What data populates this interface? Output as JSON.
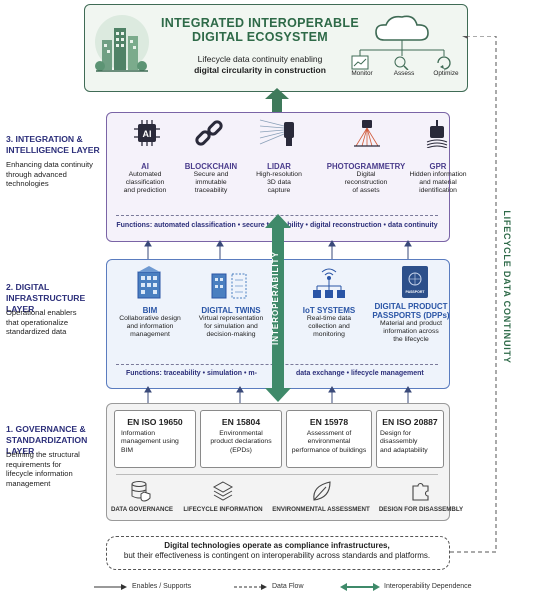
{
  "top": {
    "title_line1": "INTEGRATED INTEROPERABLE",
    "title_line2": "DIGITAL ECOSYSTEM",
    "subtitle_line1": "Lifecycle data continuity enabling",
    "subtitle_line2": "digital circularity in construction",
    "actions": [
      {
        "label": "Monitor",
        "icon": "monitor-icon"
      },
      {
        "label": "Assess",
        "icon": "assess-icon"
      },
      {
        "label": "Optimize",
        "icon": "optimize-icon"
      }
    ]
  },
  "layer3": {
    "label_line1": "3. INTEGRATION &",
    "label_line2": "INTELLIGENCE LAYER",
    "desc_line1": "Enhancing data continuity",
    "desc_line2": "through advanced",
    "desc_line3": "technologies",
    "techs": [
      {
        "name": "AI",
        "d1": "Automated",
        "d2": "classification",
        "d3": "and prediction",
        "icon": "ai-chip-icon"
      },
      {
        "name": "BLOCKCHAIN",
        "d1": "Secure and",
        "d2": "immutable",
        "d3": "traceability",
        "icon": "chain-icon"
      },
      {
        "name": "LIDAR",
        "d1": "High-resolution",
        "d2": "3D data",
        "d3": "capture",
        "icon": "lidar-scanner-icon"
      },
      {
        "name": "PHOTOGRAMMETRY",
        "d1": "Digital",
        "d2": "reconstruction",
        "d3": "of assets",
        "icon": "photogrammetry-icon"
      },
      {
        "name": "GPR",
        "d1": "Hidden information",
        "d2": "and material",
        "d3": "identification",
        "icon": "gpr-icon"
      }
    ],
    "functions": "Functions: automated classification • secure traceability • digital reconstruction • data continuity"
  },
  "layer2": {
    "label_line1": "2. DIGITAL",
    "label_line2": "INFRASTRUCTURE LAYER",
    "desc_line1": "Operational enablers",
    "desc_line2": "that operationalize",
    "desc_line3": "standardized data",
    "techs": [
      {
        "name": "BIM",
        "d1": "Collaborative design",
        "d2": "and information",
        "d3": "management",
        "icon": "bim-building-icon"
      },
      {
        "name": "DIGITAL TWINS",
        "d1": "Virtual representation",
        "d2": "for simulation and",
        "d3": "decision-making",
        "icon": "digital-twin-icon"
      },
      {
        "name": "IoT SYSTEMS",
        "d1": "Real-time data",
        "d2": "collection and",
        "d3": "monitoring",
        "icon": "iot-network-icon"
      }
    ],
    "dpp_name1": "DIGITAL PRODUCT",
    "dpp_name2": "PASSPORTS (DPPs)",
    "dpp_d1": "Material and product",
    "dpp_d2": "information across",
    "dpp_d3": "the lifecycle",
    "dpp_badge": "PASSPORT",
    "functions_left": "Functions: traceability • simulation • m-",
    "functions_right": "data exchange • lifecycle management"
  },
  "layer1": {
    "label_line1": "1. GOVERNANCE &",
    "label_line2": "STANDARDIZATION LAYER",
    "desc_line1": "Defining the structural",
    "desc_line2": "requirements for",
    "desc_line3": "lifecycle information",
    "desc_line4": "management",
    "standards": [
      {
        "title": "EN ISO 19650",
        "d1": "Information",
        "d2": "management using",
        "d3": "BIM"
      },
      {
        "title": "EN 15804",
        "d1": "Environmental",
        "d2": "product declarations",
        "d3": "(EPDs)"
      },
      {
        "title": "EN 15978",
        "d1": "Assessment of",
        "d2": "environmental",
        "d3": "performance of buildings"
      },
      {
        "title": "EN ISO 20887",
        "d1": "Design for disassembly",
        "d2": "and adaptability",
        "d3": ""
      }
    ],
    "governance": [
      {
        "label": "DATA GOVERNANCE",
        "icon": "database-shield-icon"
      },
      {
        "label": "LIFECYCLE INFORMATION",
        "icon": "layers-icon"
      },
      {
        "label": "ENVIRONMENTAL ASSESSMENT",
        "icon": "leaf-icon"
      },
      {
        "label": "DESIGN FOR DISASSEMBLY",
        "icon": "puzzle-icon"
      }
    ]
  },
  "interoperability": "INTEROPERABILITY",
  "lifecycle_side": "LIFECYCLE DATA CONTINUITY",
  "bottom_line1": "Digital technologies operate as compliance infrastructures,",
  "bottom_line2": "but their effectiveness is contingent on interoperability across standards and platforms.",
  "legend": {
    "enables": "Enables / Supports",
    "dataflow": "Data Flow",
    "interop": "Interoperability Dependence"
  },
  "colors": {
    "green": "#3f7a5b",
    "purple": "#4a3c8c",
    "blue": "#2a55a6",
    "navy": "#2c2f7a"
  }
}
